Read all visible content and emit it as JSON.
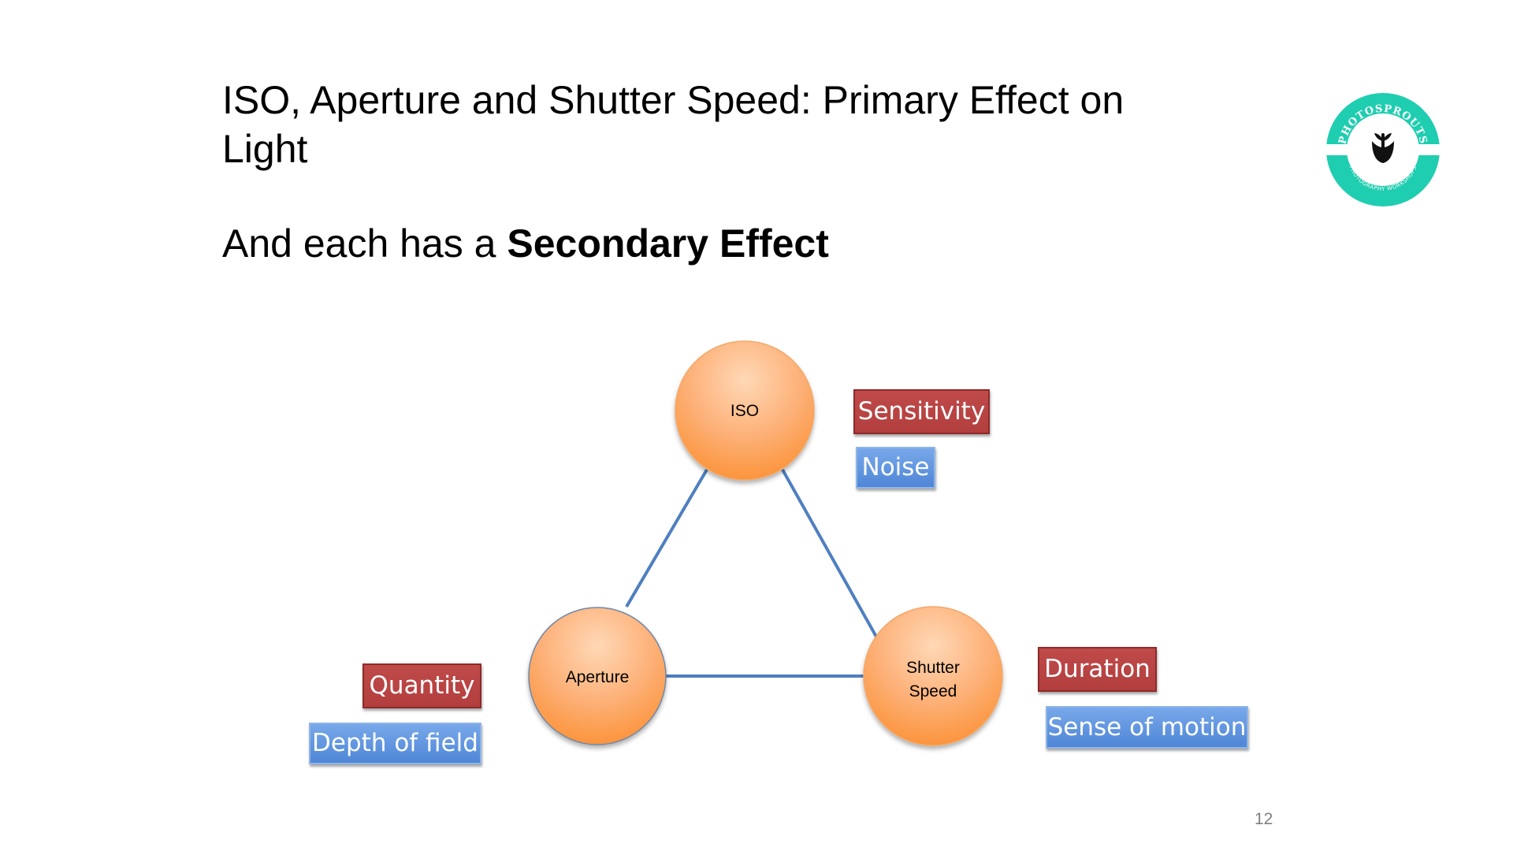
{
  "slide": {
    "title": "ISO, Aperture and Shutter Speed: Primary Effect on Light",
    "subtitle_prefix": "And each has a ",
    "subtitle_emphasis": "Secondary Effect",
    "page_number": "12"
  },
  "logo": {
    "text_top": "PHOTOSPROUTS",
    "text_bottom": "PHOTOGRAPHY WORKSHOPS",
    "color": "#1fcdb0"
  },
  "diagram": {
    "nodes": {
      "iso": {
        "label": "ISO"
      },
      "aperture": {
        "label": "Aperture"
      },
      "shutter": {
        "label_line1": "Shutter",
        "label_line2": "Speed"
      }
    },
    "tags": {
      "iso_primary": "Sensitivity",
      "iso_secondary": "Noise",
      "aperture_primary": "Quantity",
      "aperture_secondary": "Depth of field",
      "shutter_primary": "Duration",
      "shutter_secondary": "Sense of motion"
    },
    "colors": {
      "primary_tag": "#b94343",
      "secondary_tag": "#5b8fdc",
      "node_fill": "#fda056",
      "connector": "#4f7fc0"
    }
  }
}
